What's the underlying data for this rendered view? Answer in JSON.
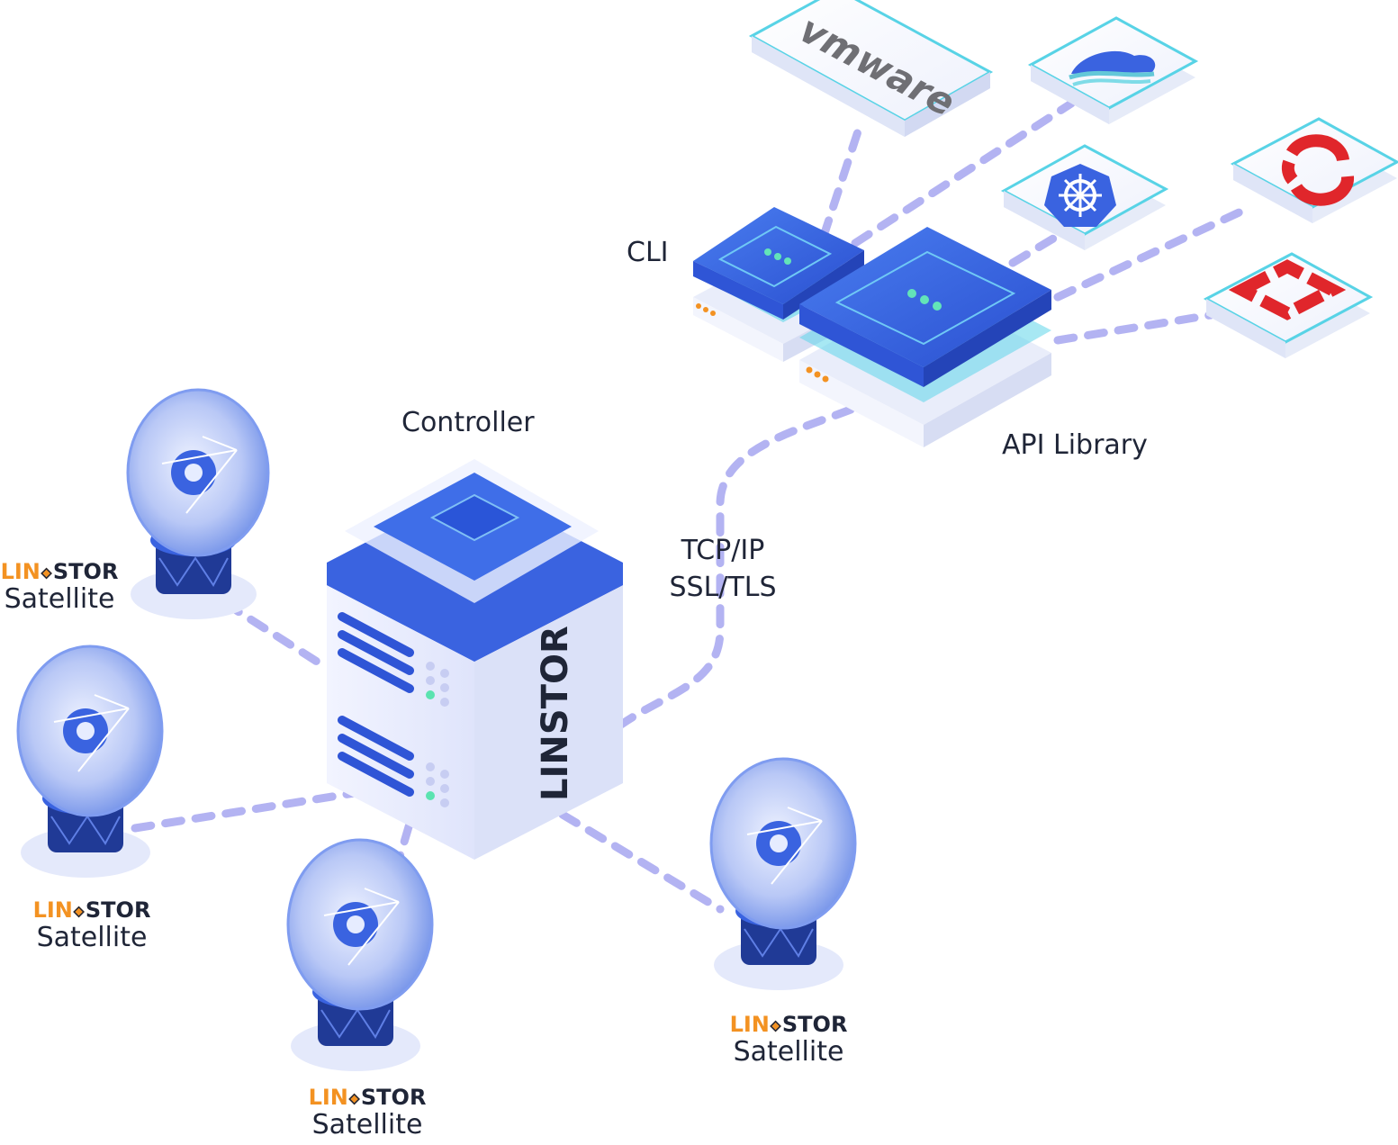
{
  "labels": {
    "cli": "CLI",
    "controller": "Controller",
    "api_library": "API Library",
    "protocol_line1": "TCP/IP",
    "protocol_line2": "SSL/TLS"
  },
  "brand": {
    "lin": "LIN",
    "stor": "STOR",
    "vertical": "LINSTOR"
  },
  "integrations": {
    "vmware": "vmware"
  },
  "satellites": [
    {
      "lin": "LIN",
      "stor": "STOR",
      "label": "Satellite"
    },
    {
      "lin": "LIN",
      "stor": "STOR",
      "label": "Satellite"
    },
    {
      "lin": "LIN",
      "stor": "STOR",
      "label": "Satellite"
    },
    {
      "lin": "LIN",
      "stor": "STOR",
      "label": "Satellite"
    }
  ],
  "colors": {
    "connector": "#b3b3f2",
    "brand_orange": "#f39222",
    "accent_blue": "#3a63e0",
    "tile_border": "#58d3e6",
    "text": "#1f2537"
  }
}
